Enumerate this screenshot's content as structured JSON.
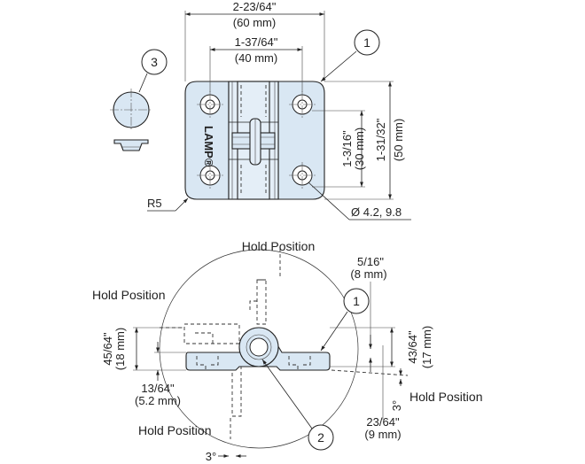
{
  "top_view": {
    "dim_overall_width_in": "2-23/64\"",
    "dim_overall_width_mm": "(60 mm)",
    "dim_hole_spacing_in": "1-37/64\"",
    "dim_hole_spacing_mm": "(40 mm)",
    "dim_vertical_hole_in": "1-3/16\"",
    "dim_vertical_hole_mm": "(30 mm)",
    "dim_height_in": "1-31/32\"",
    "dim_height_mm": "(50 mm)",
    "corner_radius": "R5",
    "hole_diameter": "Ø 4.2, 9.8",
    "logo_text": "LAMP®",
    "callout_hinge": "1",
    "callout_cap": "3"
  },
  "side_view": {
    "hold_position_top": "Hold Position",
    "hold_position_left": "Hold Position",
    "hold_position_right": "Hold Position",
    "hold_position_bottom": "Hold Position",
    "dim_offset_in": "5/16\"",
    "dim_offset_mm": "(8 mm)",
    "dim_left_height_in": "45/64\"",
    "dim_left_height_mm": "(18 mm)",
    "dim_right_height_in": "43/64\"",
    "dim_right_height_mm": "(17 mm)",
    "dim_thickness_in": "13/64\"",
    "dim_thickness_mm": "(5.2 mm)",
    "dim_knuckle_in": "23/64\"",
    "dim_knuckle_mm": "(9 mm)",
    "angle_right": "3°",
    "angle_bottom": "3°",
    "callout_hinge": "1",
    "callout_pin": "2"
  }
}
